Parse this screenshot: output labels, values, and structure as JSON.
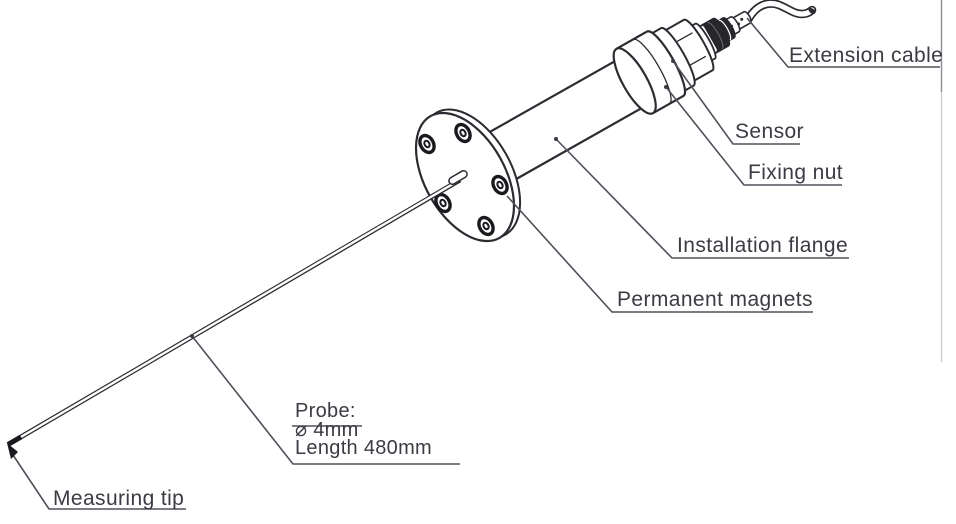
{
  "diagram": {
    "labels": {
      "extension_cable": "Extension cable",
      "sensor": "Sensor",
      "fixing_nut": "Fixing nut",
      "installation_flange": "Installation flange",
      "permanent_magnets": "Permanent magnets",
      "measuring_tip": "Measuring tip"
    },
    "probe_note": {
      "title": "Probe:",
      "diameter": "⌀ 4mm",
      "length": "Length 480mm"
    },
    "colors": {
      "background": "#ffffff",
      "outline": "#2b2b31",
      "leader_line": "#50505a",
      "text": "#3b3b43",
      "magnet_fill": "#1a1a1e"
    }
  }
}
